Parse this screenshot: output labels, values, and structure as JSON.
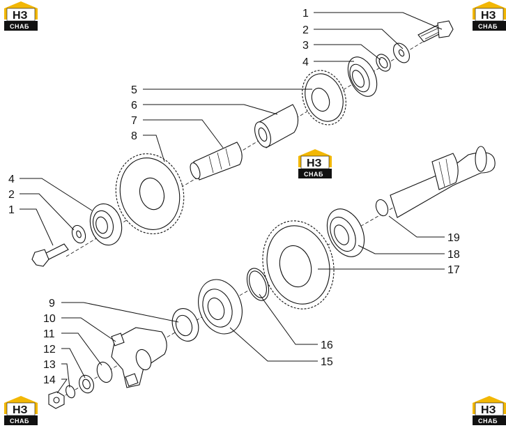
{
  "logo": {
    "text_top": "НЗ",
    "text_bottom": "СНАБ",
    "accent": "#f2b705",
    "dark": "#111111"
  },
  "callouts": [
    {
      "id": "c1a",
      "label": "1"
    },
    {
      "id": "c2a",
      "label": "2"
    },
    {
      "id": "c3a",
      "label": "3"
    },
    {
      "id": "c4a",
      "label": "4"
    },
    {
      "id": "c5",
      "label": "5"
    },
    {
      "id": "c6",
      "label": "6"
    },
    {
      "id": "c7",
      "label": "7"
    },
    {
      "id": "c8",
      "label": "8"
    },
    {
      "id": "c4b",
      "label": "4"
    },
    {
      "id": "c2b",
      "label": "2"
    },
    {
      "id": "c1b",
      "label": "1"
    },
    {
      "id": "c19",
      "label": "19"
    },
    {
      "id": "c18",
      "label": "18"
    },
    {
      "id": "c17",
      "label": "17"
    },
    {
      "id": "c9",
      "label": "9"
    },
    {
      "id": "c10",
      "label": "10"
    },
    {
      "id": "c11",
      "label": "11"
    },
    {
      "id": "c12",
      "label": "12"
    },
    {
      "id": "c13",
      "label": "13"
    },
    {
      "id": "c14",
      "label": "14"
    },
    {
      "id": "c16",
      "label": "16"
    },
    {
      "id": "c15",
      "label": "15"
    }
  ]
}
